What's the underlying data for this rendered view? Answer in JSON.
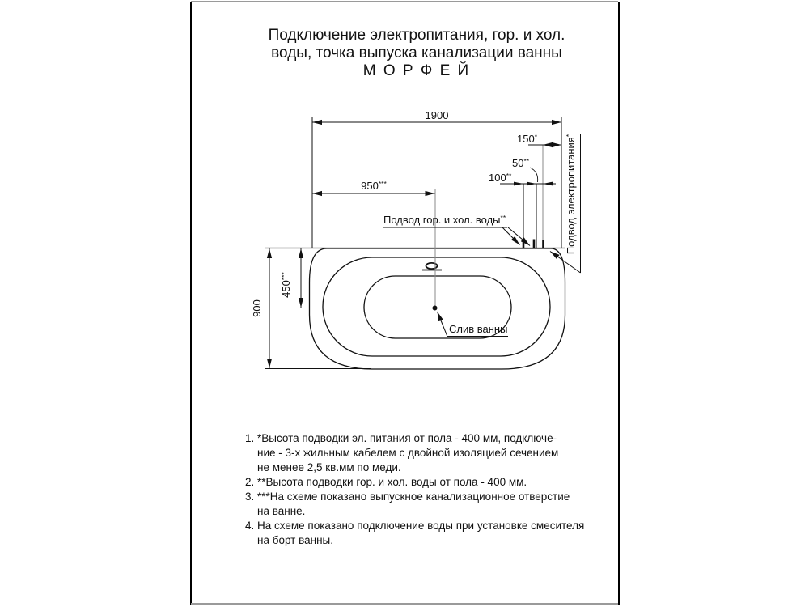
{
  "title": {
    "line1": "Подключение электропитания, гор. и хол.",
    "line2": "воды, точка выпуска канализации ванны",
    "line3": "М О Р Ф Е Й"
  },
  "diagram": {
    "d1900": {
      "v": "1900",
      "sup": ""
    },
    "d150": {
      "v": "150",
      "sup": "*"
    },
    "d50": {
      "v": "50",
      "sup": "**"
    },
    "d100": {
      "v": "100",
      "sup": "**"
    },
    "d950": {
      "v": "950",
      "sup": "***"
    },
    "d450": {
      "v": "450",
      "sup": "***"
    },
    "d900": {
      "v": "900",
      "sup": ""
    },
    "water_label": {
      "v": "Подвод гор. и хол. воды",
      "sup": "**"
    },
    "electric_label": {
      "v": "Подвод электропитания",
      "sup": "*"
    },
    "drain_label": {
      "v": "Слив ванны",
      "sup": ""
    }
  },
  "notes": [
    {
      "num": "1.",
      "lines": [
        "*Высота подводки эл. питания от пола - 400 мм, подключе-",
        "ние - 3-х жильным кабелем с двойной изоляцией сечением",
        "не менее 2,5 кв.мм по меди."
      ]
    },
    {
      "num": "2.",
      "lines": [
        "**Высота подводки гор. и хол. воды от пола - 400 мм."
      ]
    },
    {
      "num": "3.",
      "lines": [
        "***На схеме показано выпускное канализационное отверстие",
        "на ванне."
      ]
    },
    {
      "num": "4.",
      "lines": [
        "На схеме показано подключение воды при установке смесителя",
        "на борт ванны."
      ]
    }
  ],
  "colors": {
    "line": "#000000",
    "centerline": "#8a8a8a",
    "sheet_edge": "#9a9a9a"
  }
}
